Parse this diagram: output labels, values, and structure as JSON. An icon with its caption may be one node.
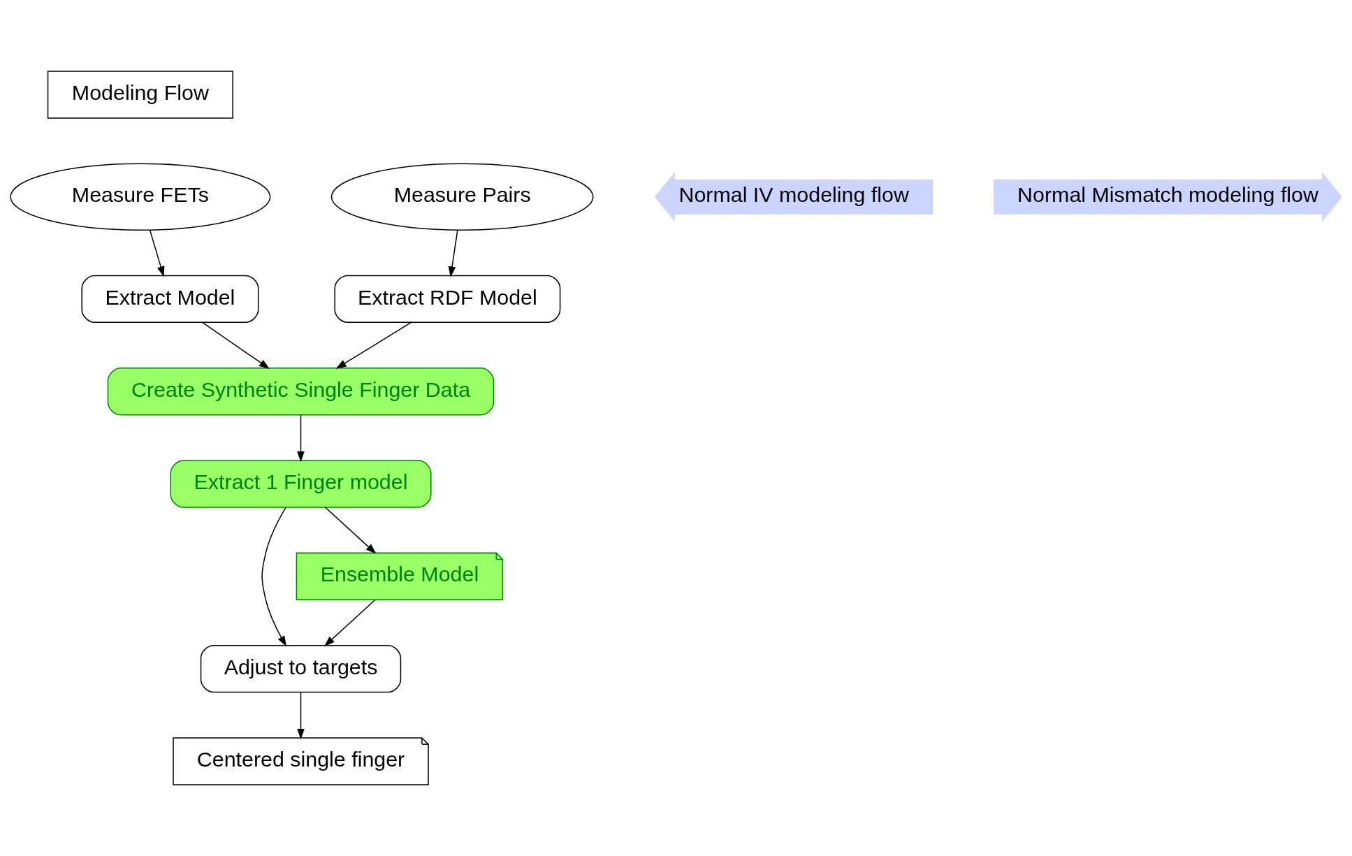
{
  "diagram": {
    "nodes": [
      {
        "text": [
          "Modeling Flow"
        ]
      },
      {
        "text": [
          "Measure FETs"
        ]
      },
      {
        "text": [
          "Measure Pairs"
        ]
      },
      {
        "text": [
          "Extract Model"
        ]
      },
      {
        "text": [
          "Extract RDF Model"
        ]
      },
      {
        "text": [
          "Create Synthetic Single Finger Data"
        ]
      },
      {
        "text": [
          "Extract 1 Finger model"
        ]
      },
      {
        "text": [
          "Adjust to targets"
        ]
      },
      {
        "text": [
          "Centered single finger"
        ]
      },
      {
        "text": [
          "Ensemble Model"
        ]
      },
      {
        "text": [
          "Normal IV modeling flow"
        ]
      },
      {
        "text": [
          "Normal Mismatch modeling flow"
        ]
      }
    ],
    "edges": [
      {
        "from": 1,
        "to": 3,
        "arrow": "to"
      },
      {
        "from": 3,
        "to": 5,
        "arrow": "to"
      },
      {
        "from": 2,
        "to": 4,
        "arrow": "to"
      },
      {
        "from": 4,
        "to": 5,
        "arrow": "to"
      },
      {
        "from": 5,
        "to": 6,
        "arrow": "to"
      },
      {
        "from": 6,
        "to": 7,
        "arrow": "to"
      },
      {
        "from": 6,
        "to": 9,
        "arrow": "to"
      },
      {
        "from": 9,
        "to": 7,
        "arrow": "to"
      },
      {
        "from": 7,
        "to": 8,
        "arrow": "to"
      }
    ]
  }
}
